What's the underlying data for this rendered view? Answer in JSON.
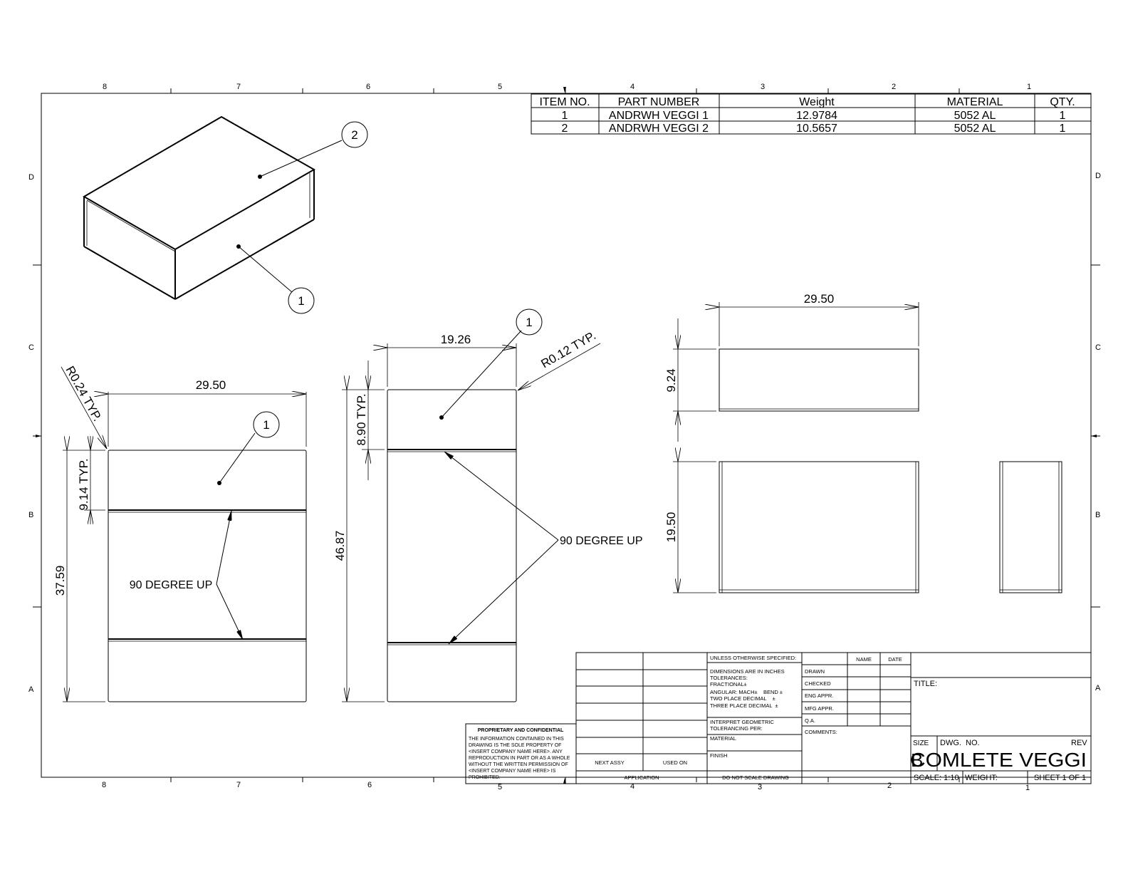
{
  "zones": {
    "columns": [
      "8",
      "7",
      "6",
      "5",
      "4",
      "3",
      "2",
      "1"
    ],
    "rows": [
      "D",
      "C",
      "B",
      "A"
    ]
  },
  "bom": {
    "headers": [
      "ITEM NO.",
      "PART NUMBER",
      "Weight",
      "MATERIAL",
      "QTY."
    ],
    "rows": [
      [
        "1",
        "ANDRWH VEGGI 1",
        "12.9784",
        "5052 AL",
        "1"
      ],
      [
        "2",
        "ANDRWH VEGGI 2",
        "10.5657",
        "5052 AL",
        "1"
      ]
    ]
  },
  "balloons": {
    "iso_top": "2",
    "iso_bottom": "1",
    "flat": "1",
    "side": "1"
  },
  "flat_view": {
    "width": "29.50",
    "height": "37.59",
    "flange": "9.14 TYP.",
    "radius": "R0.24 TYP.",
    "note": "90 DEGREE UP"
  },
  "side_view": {
    "width": "19.26",
    "height": "46.87",
    "flange": "8.90 TYP.",
    "radius": "R0.12 TYP.",
    "note": "90 DEGREE UP"
  },
  "right_views": {
    "top_width": "29.50",
    "top_height": "9.24",
    "front_height": "19.50"
  },
  "proprietary": {
    "title": "PROPRIETARY AND CONFIDENTIAL",
    "lines": [
      "THE INFORMATION CONTAINED IN THIS",
      "DRAWING IS THE SOLE PROPERTY OF",
      "<INSERT COMPANY NAME HERE>.  ANY",
      "REPRODUCTION IN PART OR AS A WHOLE",
      "WITHOUT THE WRITTEN PERMISSION OF",
      "<INSERT COMPANY NAME HERE> IS",
      "PROHIBITED."
    ]
  },
  "title_block": {
    "next_assy": "NEXT ASSY",
    "used_on": "USED ON",
    "application": "APPLICATION",
    "unless": "UNLESS OTHERWISE SPECIFIED:",
    "tolerances": [
      "DIMENSIONS ARE IN INCHES",
      "TOLERANCES:",
      "FRACTIONAL±",
      "ANGULAR: MACH±    BEND ±",
      "TWO PLACE DECIMAL    ±",
      "THREE PLACE DECIMAL  ±"
    ],
    "interpret": [
      "INTERPRET GEOMETRIC",
      "TOLERANCING PER:"
    ],
    "material": "MATERIAL",
    "finish": "FINISH",
    "do_not_scale": "DO NOT SCALE DRAWING",
    "name": "NAME",
    "date": "DATE",
    "roles": [
      "DRAWN",
      "CHECKED",
      "ENG APPR.",
      "MFG APPR.",
      "Q.A."
    ],
    "comments": "COMMENTS:",
    "title_label": "TITLE:",
    "size_label": "SIZE",
    "dwg_no_label": "DWG.  NO.",
    "rev_label": "REV",
    "size_value": "B",
    "dwg_no": "COMLETE VEGGI",
    "scale": "SCALE: 1:10",
    "weight": "WEIGHT:",
    "sheet": "SHEET 1 OF 1"
  }
}
